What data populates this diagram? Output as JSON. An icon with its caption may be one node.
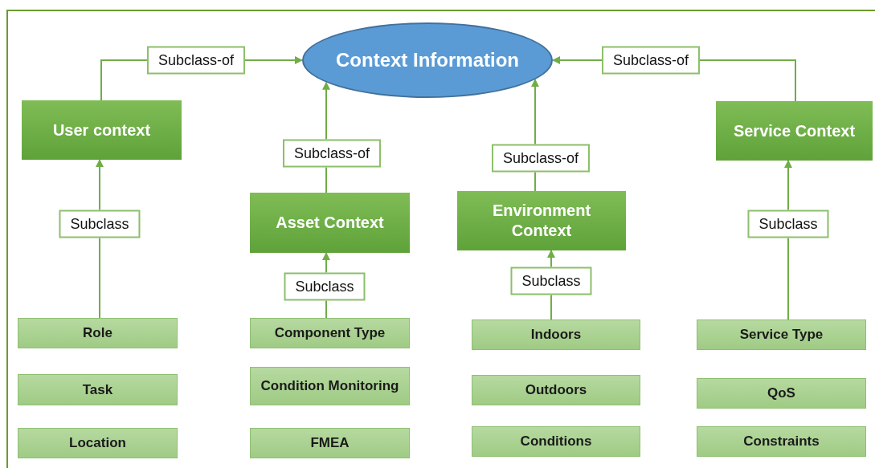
{
  "diagram": {
    "nodes": [
      {
        "text": [
          "Context Information"
        ]
      },
      {
        "text": [
          "User context"
        ]
      },
      {
        "text": [
          "Asset Context"
        ]
      },
      {
        "text": [
          "Environment Context"
        ]
      },
      {
        "text": [
          "Service Context"
        ]
      },
      {
        "text": [
          "Role"
        ]
      },
      {
        "text": [
          "Task"
        ]
      },
      {
        "text": [
          "Location"
        ]
      },
      {
        "text": [
          "Component Type"
        ]
      },
      {
        "text": [
          "Condition Monitoring"
        ]
      },
      {
        "text": [
          "FMEA"
        ]
      },
      {
        "text": [
          "Indoors"
        ]
      },
      {
        "text": [
          "Outdoors"
        ]
      },
      {
        "text": [
          "Conditions"
        ]
      },
      {
        "text": [
          "Service Type"
        ]
      },
      {
        "text": [
          "QoS"
        ]
      },
      {
        "text": [
          "Constraints"
        ]
      }
    ],
    "edges": [
      {
        "from": 1,
        "to": 0,
        "arrow": "to",
        "label": "Subclass-of"
      },
      {
        "from": 2,
        "to": 0,
        "arrow": "to",
        "label": "Subclass-of"
      },
      {
        "from": 3,
        "to": 0,
        "arrow": "to",
        "label": "Subclass-of"
      },
      {
        "from": 4,
        "to": 0,
        "arrow": "to",
        "label": "Subclass-of"
      },
      {
        "from": 5,
        "to": 1,
        "arrow": "to",
        "label": "Subclass"
      },
      {
        "from": 8,
        "to": 2,
        "arrow": "to",
        "label": "Subclass"
      },
      {
        "from": 11,
        "to": 3,
        "arrow": "to",
        "label": "Subclass"
      },
      {
        "from": 14,
        "to": 4,
        "arrow": "to",
        "label": "Subclass"
      }
    ]
  }
}
